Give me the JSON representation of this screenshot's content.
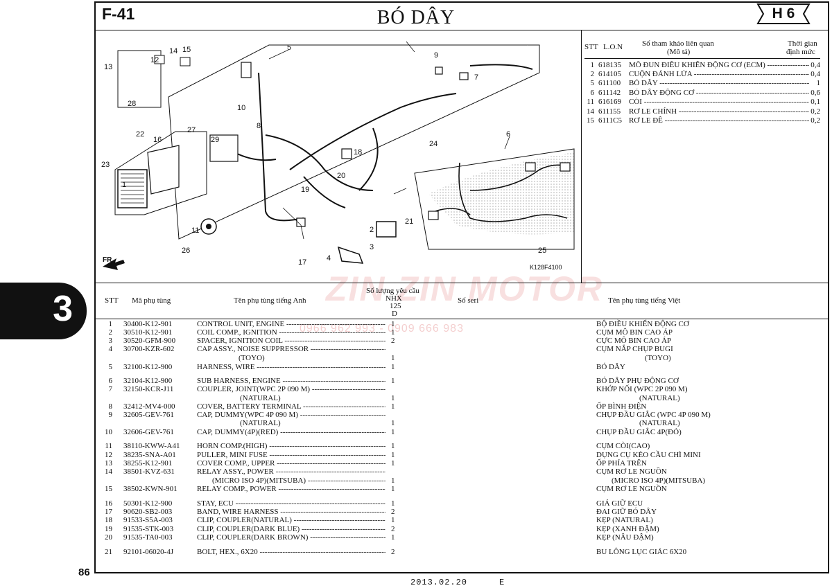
{
  "header": {
    "figure_code": "F-41",
    "title": "BÓ DÂY",
    "section_badge": "H 6",
    "chapter_tab": "3",
    "page_number": "86",
    "date_code": "2013.02.20",
    "edition": "E",
    "diagram_code": "K128F4100",
    "front_marker": "FR."
  },
  "watermark": {
    "brand": "ZIN ZIN MOTOR",
    "phones": "0966 962 993 - 0909 666 983"
  },
  "reference_table": {
    "headers": {
      "stt": "STT",
      "lon": "L.O.N",
      "desc_line1": "Số tham khảo liên quan",
      "desc_line2": "(Mô tả)",
      "time_line1": "Thời gian",
      "time_line2": "định mức"
    },
    "rows": [
      {
        "stt": "1",
        "code": "618135",
        "desc": "MÔ ĐUN ĐIỀU KHIỂN ĐỘNG CƠ (ECM)",
        "time": "0,4"
      },
      {
        "stt": "2",
        "code": "614105",
        "desc": "CUỘN ĐÁNH LỬA",
        "time": "0,4"
      },
      {
        "stt": "5",
        "code": "611100",
        "desc": "BÓ DÂY",
        "time": "1"
      },
      {
        "stt": "6",
        "code": "611142",
        "desc": "BÓ DÂY ĐỘNG CƠ",
        "time": "0,6"
      },
      {
        "stt": "11",
        "code": "616169",
        "desc": "CÒI",
        "time": "0,1"
      },
      {
        "stt": "14",
        "code": "611155",
        "desc": "RƠ LE CHÍNH",
        "time": "0,2"
      },
      {
        "stt": "15",
        "code": "6111C5",
        "desc": "RƠ LE ĐỀ",
        "time": "0,2"
      }
    ]
  },
  "parts_table": {
    "headers": {
      "stt": "STT",
      "part_no": "Mã phụ tùng",
      "english": "Tên phụ tùng tiếng Anh",
      "qty_title": "Số lượng yêu cầu",
      "qty_model": "NHX",
      "qty_cc": "125",
      "qty_type": "D",
      "serial": "Số seri",
      "vietnamese": "Tên phụ tùng tiếng Việt"
    },
    "rows": [
      {
        "stt": "1",
        "part_no": "30400-K12-901",
        "en": "CONTROL UNIT, ENGINE",
        "qty": "1",
        "vn": "BỘ ĐIỀU KHIỂN ĐỘNG CƠ"
      },
      {
        "stt": "2",
        "part_no": "30510-K12-901",
        "en": "COIL COMP., IGNITION",
        "qty": "1",
        "vn": "CỤM MÔ BIN CAO ÁP"
      },
      {
        "stt": "3",
        "part_no": "30520-GFM-900",
        "en": "SPACER, IGNITION COIL",
        "qty": "2",
        "vn": "CỰC MÔ BIN CAO ÁP"
      },
      {
        "stt": "4",
        "part_no": "30700-KZR-602",
        "en": "CAP ASSY., NOISE SUPPRESSOR",
        "qty": "",
        "vn": "CỤM NẮP CHỤP BUGI"
      },
      {
        "stt": "",
        "part_no": "",
        "en": "(TOYO)",
        "qty": "1",
        "vn": "(TOYO)"
      },
      {
        "stt": "5",
        "part_no": "32100-K12-900",
        "en": "HARNESS, WIRE",
        "qty": "1",
        "vn": "BÓ DÂY"
      },
      {
        "stt": "6",
        "part_no": "32104-K12-900",
        "en": "SUB HARNESS, ENGINE",
        "qty": "1",
        "vn": "BÓ DÂY PHỤ ĐỘNG CƠ"
      },
      {
        "stt": "7",
        "part_no": "32150-KCR-J11",
        "en": "COUPLER, JOINT(WPC 2P 090 M)",
        "qty": "",
        "vn": "KHỚP NỐI (WPC 2P 090 M)"
      },
      {
        "stt": "",
        "part_no": "",
        "en": "(NATURAL)",
        "qty": "1",
        "vn": "(NATURAL)"
      },
      {
        "stt": "8",
        "part_no": "32412-MV4-000",
        "en": "COVER, BATTERY TERMINAL",
        "qty": "1",
        "vn": "ỐP BÌNH ĐIỆN"
      },
      {
        "stt": "9",
        "part_no": "32605-GEV-761",
        "en": "CAP, DUMMY(WPC 4P 090 M)",
        "qty": "",
        "vn": "CHỤP ĐẦU GIẮC (WPC 4P 090 M)"
      },
      {
        "stt": "",
        "part_no": "",
        "en": "(NATURAL)",
        "qty": "1",
        "vn": "(NATURAL)"
      },
      {
        "stt": "10",
        "part_no": "32606-GEV-761",
        "en": "CAP, DUMMY(4P)(RED)",
        "qty": "1",
        "vn": "CHỤP ĐẦU GIẮC 4P(ĐỎ)"
      },
      {
        "stt": "11",
        "part_no": "38110-KWW-A41",
        "en": "HORN COMP.(HIGH)",
        "qty": "1",
        "vn": "CỤM CÒI(CAO)"
      },
      {
        "stt": "12",
        "part_no": "38235-SNA-A01",
        "en": "PULLER, MINI FUSE",
        "qty": "1",
        "vn": "DỤNG CỤ KÉO CẦU CHÌ MINI"
      },
      {
        "stt": "13",
        "part_no": "38255-K12-901",
        "en": "COVER COMP., UPPER",
        "qty": "1",
        "vn": "ỐP PHÍA TRÊN"
      },
      {
        "stt": "14",
        "part_no": "38501-KVZ-631",
        "en": "RELAY ASSY., POWER",
        "qty": "",
        "vn": "CỤM RƠ LE NGUỒN"
      },
      {
        "stt": "",
        "part_no": "",
        "en": "(MICRO ISO 4P)(MITSUBA)",
        "qty": "1",
        "vn": "(MICRO ISO 4P)(MITSUBA)"
      },
      {
        "stt": "15",
        "part_no": "38502-KWN-901",
        "en": "RELAY COMP., POWER",
        "qty": "1",
        "vn": "CỤM RƠ LE NGUỒN"
      },
      {
        "stt": "16",
        "part_no": "50301-K12-900",
        "en": "STAY, ECU",
        "qty": "1",
        "vn": "GIÁ GIỮ ECU"
      },
      {
        "stt": "17",
        "part_no": "90620-SB2-003",
        "en": "BAND, WIRE HARNESS",
        "qty": "2",
        "vn": "ĐAI GIỮ BÓ DÂY"
      },
      {
        "stt": "18",
        "part_no": "91533-S5A-003",
        "en": "CLIP, COUPLER(NATURAL)",
        "qty": "1",
        "vn": "KẸP (NATURAL)"
      },
      {
        "stt": "19",
        "part_no": "91535-STK-003",
        "en": "CLIP, COUPLER(DARK BLUE)",
        "qty": "2",
        "vn": "KẸP (XANH ĐẬM)"
      },
      {
        "stt": "20",
        "part_no": "91535-TA0-003",
        "en": "CLIP, COUPLER(DARK BROWN)",
        "qty": "1",
        "vn": "KẸP (NÂU ĐẬM)"
      },
      {
        "stt": "21",
        "part_no": "92101-06020-4J",
        "en": "BOLT, HEX., 6X20",
        "qty": "2",
        "vn": "BU LÔNG LỤC GIÁC 6X20"
      }
    ]
  },
  "callouts": [
    "1",
    "2",
    "3",
    "4",
    "5",
    "6",
    "7",
    "8",
    "9",
    "10",
    "11",
    "12",
    "13",
    "14",
    "15",
    "16",
    "17",
    "18",
    "19",
    "20",
    "21",
    "22",
    "23",
    "24",
    "25",
    "26",
    "27",
    "28",
    "29"
  ]
}
